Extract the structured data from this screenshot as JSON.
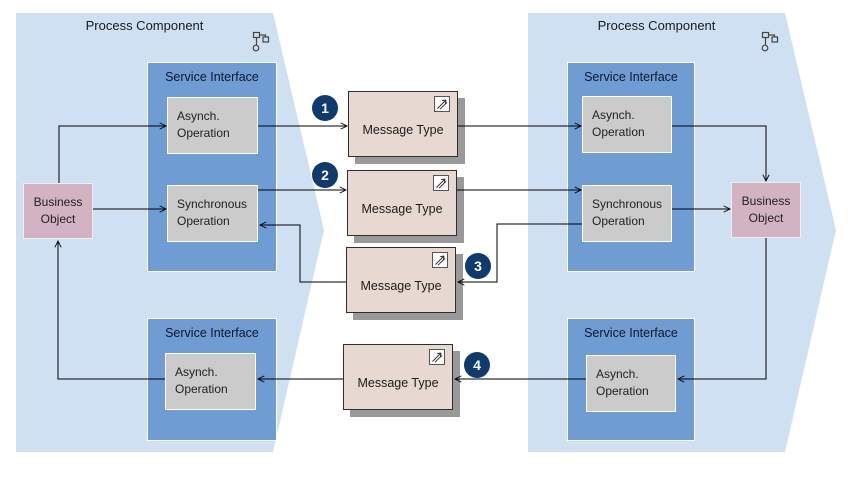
{
  "components": {
    "left": {
      "title": "Process Component",
      "interfaces": {
        "top": {
          "title": "Service Interface",
          "async_op": "Asynch. Operation",
          "sync_op": "Synchronous Operation"
        },
        "bottom": {
          "title": "Service Interface",
          "async_op": "Asynch. Operation"
        }
      },
      "business_object": {
        "label": "Business Object"
      }
    },
    "right": {
      "title": "Process Component",
      "interfaces": {
        "top": {
          "title": "Service Interface",
          "async_op": "Asynch. Operation",
          "sync_op": "Synchronous Operation"
        },
        "bottom": {
          "title": "Service Interface",
          "async_op": "Asynch. Operation"
        }
      },
      "business_object": {
        "label": "Business Object"
      }
    }
  },
  "message_types": [
    {
      "label": "Message Type",
      "badge": "1",
      "icon": "edit-arrow-icon"
    },
    {
      "label": "Message Type",
      "badge": "2",
      "icon": "edit-arrow-icon"
    },
    {
      "label": "Message Type",
      "badge": "3",
      "icon": "edit-arrow-icon"
    },
    {
      "label": "Message Type",
      "badge": "4",
      "icon": "edit-arrow-icon"
    }
  ],
  "icons": {
    "process_component": "hierarchy-icon",
    "message_type": "edit-arrow-icon"
  },
  "colors": {
    "process_component_fill": "#cfe0f3",
    "service_interface_fill": "#6f9cd2",
    "operation_fill": "#cbcbcb",
    "business_object_fill": "#d1b3c2",
    "message_type_fill": "#e7d9d1",
    "message_type_shadow": "#999999",
    "badge_fill": "#0f3a6e",
    "connector": "#000000"
  }
}
